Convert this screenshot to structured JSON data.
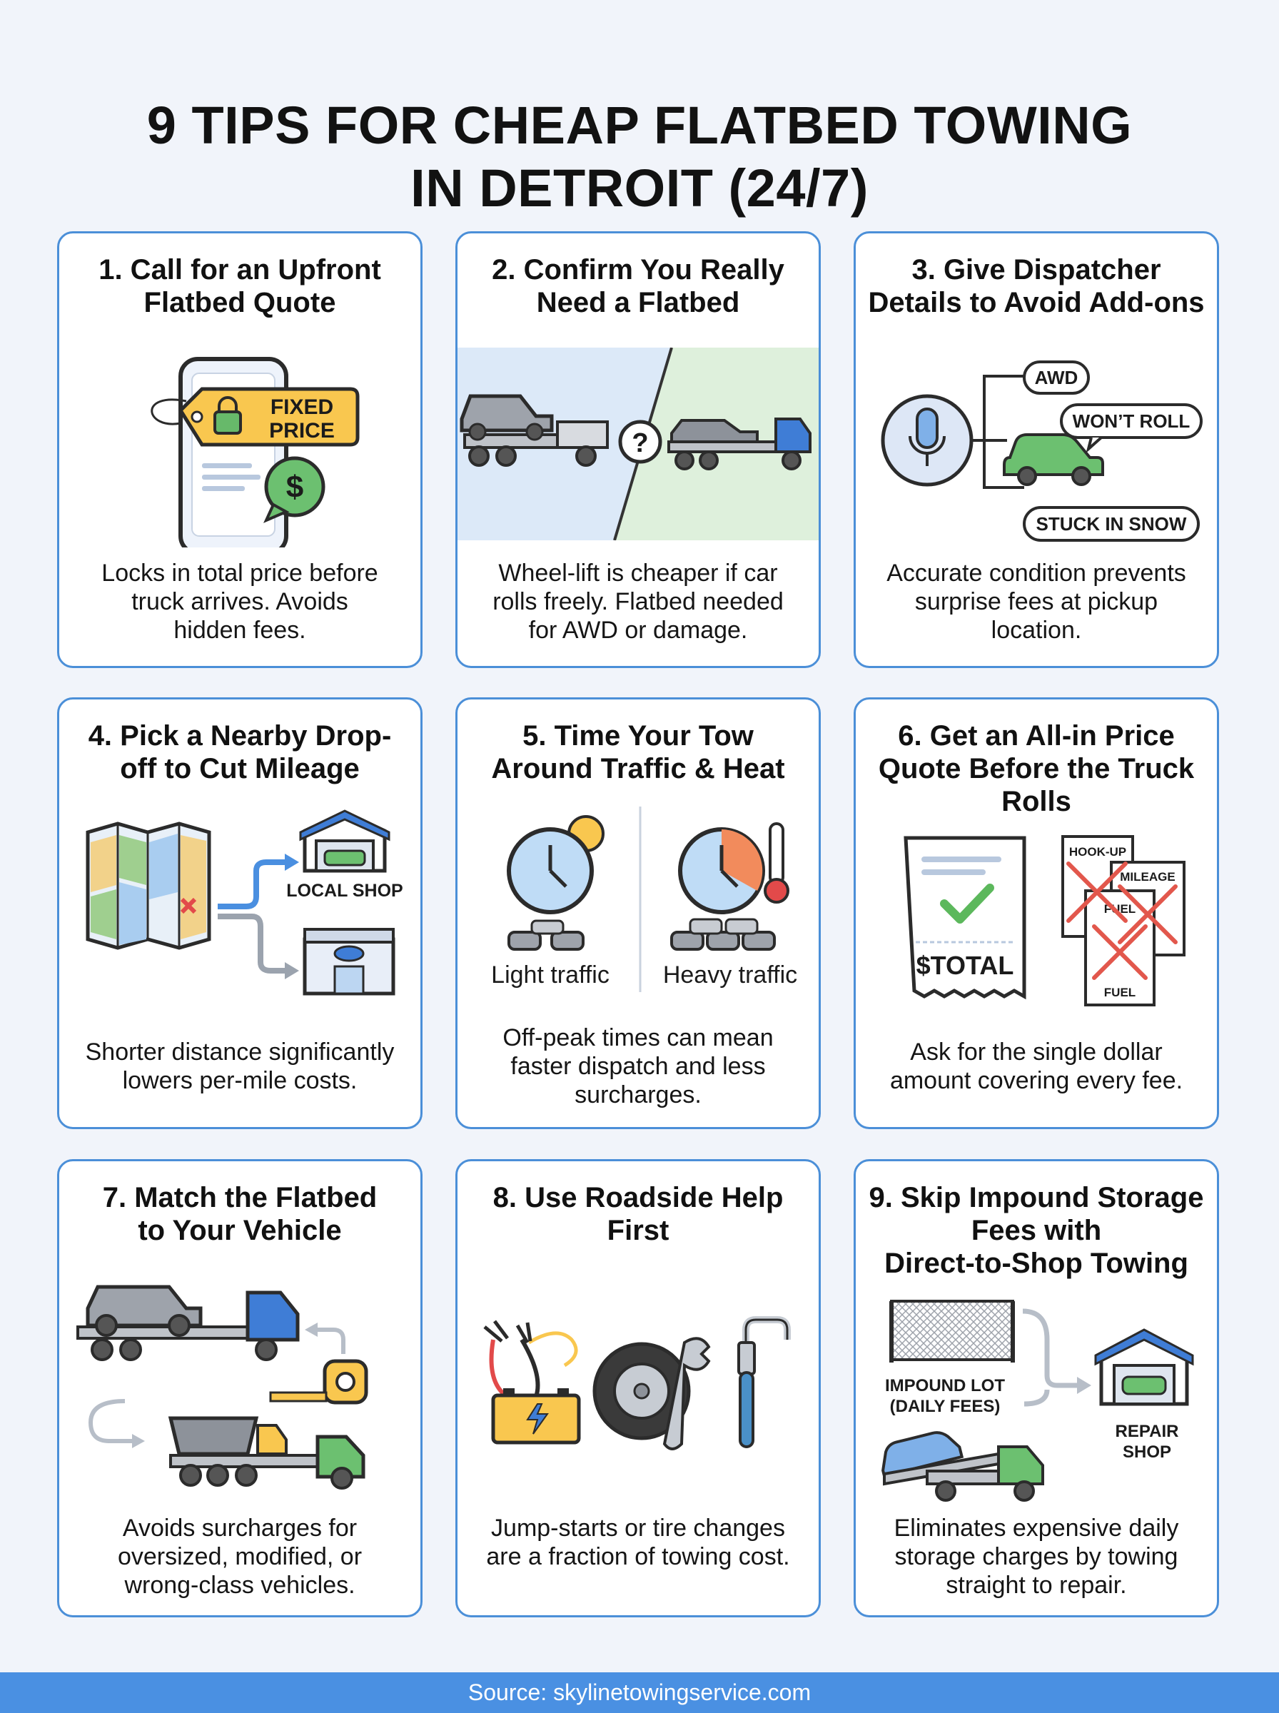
{
  "title": {
    "line1": "9 TIPS FOR CHEAP FLATBED TOWING",
    "line2": "IN DETROIT (24/7)"
  },
  "colors": {
    "card_border": "#4b8fd8",
    "footer_bg": "#4a90e2",
    "badge_yellow": "#f9c74f",
    "accent_green": "#6cc070"
  },
  "cards": [
    {
      "title": [
        "1. Call for an Upfront",
        "Flatbed Quote"
      ],
      "desc": [
        "Locks in total price before",
        "truck arrives. Avoids",
        "hidden fees."
      ],
      "tag_lines": [
        "FIXED",
        "PRICE"
      ],
      "icons": [
        "phone-icon",
        "price-tag-icon",
        "lock-icon",
        "dollar-bubble-icon"
      ]
    },
    {
      "title": [
        "2. Confirm You Really",
        "Need a Flatbed"
      ],
      "desc": [
        "Wheel-lift is cheaper if car",
        "rolls freely. Flatbed needed",
        "for AWD or damage."
      ],
      "question": "?",
      "icons": [
        "wheel-lift-truck-icon",
        "flatbed-truck-icon",
        "question-icon"
      ]
    },
    {
      "title": [
        "3. Give Dispatcher",
        "Details to Avoid Add-ons"
      ],
      "desc": [
        "Accurate condition prevents",
        "surprise fees at pickup",
        "location."
      ],
      "bubbles": [
        "AWD",
        "WON’T ROLL",
        "STUCK IN SNOW"
      ],
      "icons": [
        "microphone-icon",
        "car-icon"
      ]
    },
    {
      "title": [
        "4. Pick a Nearby Drop-",
        "off to Cut Mileage"
      ],
      "desc": [
        "Shorter distance significantly",
        "lowers per-mile costs."
      ],
      "shop_label": "LOCAL SHOP",
      "icons": [
        "map-icon",
        "garage-icon",
        "dealership-icon"
      ]
    },
    {
      "title": [
        "5. Time Your Tow",
        "Around Traffic & Heat"
      ],
      "desc": [
        "Off-peak times can mean",
        "faster dispatch and less",
        "surcharges."
      ],
      "light_label": "Light traffic",
      "heavy_label": "Heavy traffic",
      "icons": [
        "clock-sun-icon",
        "clock-thermometer-icon",
        "traffic-icon"
      ]
    },
    {
      "title": [
        "6. Get an All-in Price",
        "Quote Before the Truck",
        "Rolls"
      ],
      "desc": [
        "Ask for the single dollar",
        "amount covering every fee."
      ],
      "total_label": "$TOTAL",
      "fees": [
        "HOOK-UP",
        "MILEAGE",
        "FUEL",
        "FUEL"
      ],
      "icons": [
        "receipt-icon",
        "check-icon",
        "cross-icon"
      ]
    },
    {
      "title": [
        "7. Match the Flatbed",
        "to Your Vehicle"
      ],
      "desc": [
        "Avoids surcharges for",
        "oversized, modified, or",
        "wrong-class vehicles."
      ],
      "icons": [
        "flatbed-suv-icon",
        "tape-measure-icon",
        "heavy-flatbed-icon"
      ]
    },
    {
      "title": [
        "8. Use Roadside Help",
        "First"
      ],
      "desc": [
        "Jump-starts or tire changes",
        "are a fraction of towing cost."
      ],
      "icons": [
        "battery-cables-icon",
        "tire-wrench-icon",
        "lockout-tool-icon"
      ]
    },
    {
      "title": [
        "9. Skip Impound Storage",
        "Fees with",
        "Direct-to-Shop Towing"
      ],
      "desc": [
        "Eliminates expensive daily",
        "storage charges by towing",
        "straight to repair."
      ],
      "lot_lines": [
        "IMPOUND LOT",
        "(DAILY FEES)"
      ],
      "shop_lines": [
        "REPAIR",
        "SHOP"
      ],
      "icons": [
        "impound-fence-icon",
        "tow-truck-icon",
        "repair-shop-icon"
      ]
    }
  ],
  "footer": {
    "source": "Source: skylinetowingservice.com"
  }
}
